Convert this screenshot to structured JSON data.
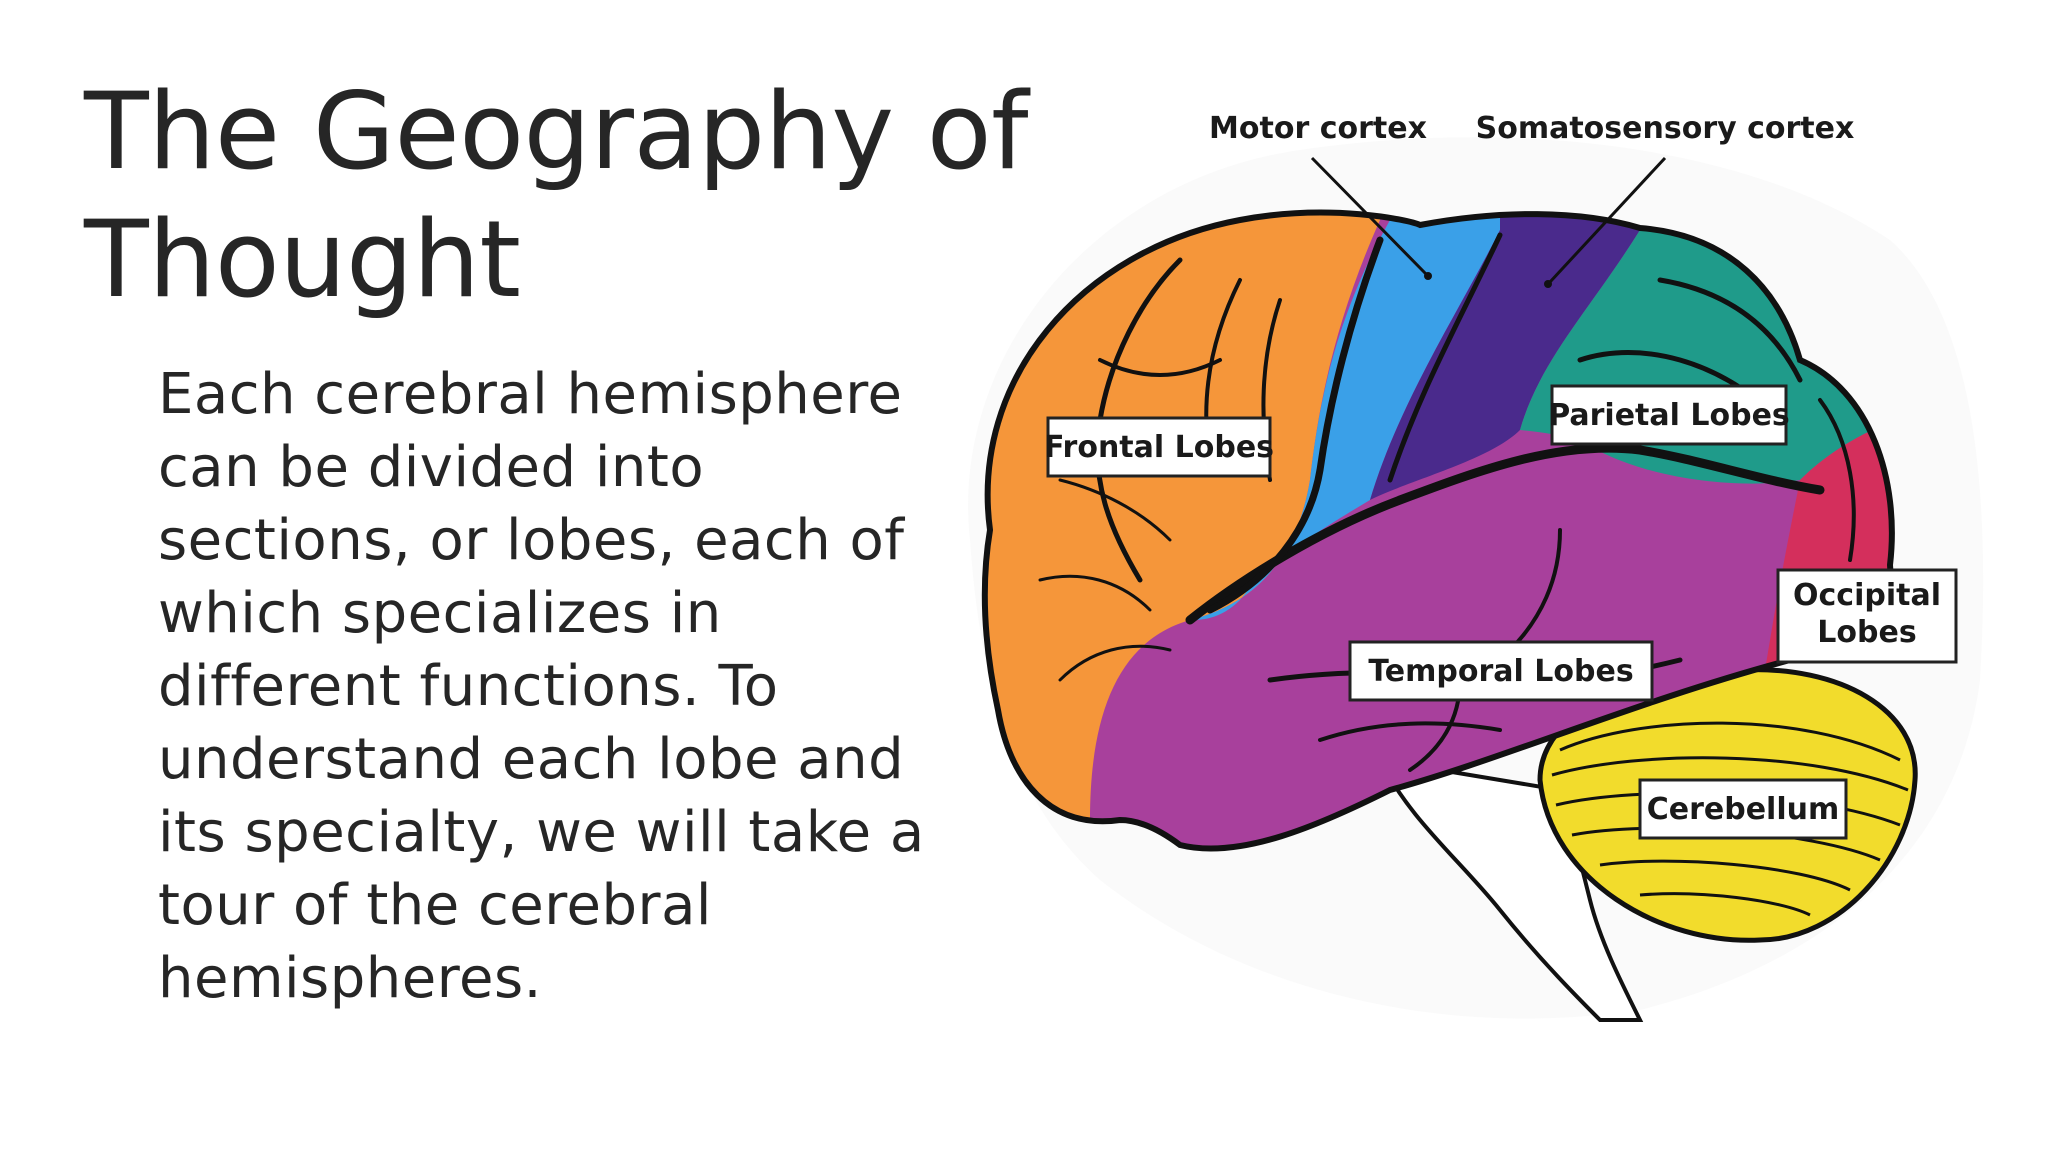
{
  "slide": {
    "title": "The Geography of Thought",
    "body": "Each cerebral hemisphere\ncan be divided into\nsections, or lobes, each of\nwhich specializes in\ndifferent functions. To\nunderstand each lobe and\nits specialty, we will take a\ntour of the cerebral\nhemispheres."
  },
  "diagram": {
    "labels": {
      "motor_cortex": "Motor cortex",
      "somatosensory_cortex": "Somatosensory cortex",
      "frontal_lobes": "Frontal Lobes",
      "parietal_lobes": "Parietal Lobes",
      "occipital_lobes_line1": "Occipital",
      "occipital_lobes_line2": "Lobes",
      "temporal_lobes": "Temporal Lobes",
      "cerebellum": "Cerebellum"
    },
    "colors": {
      "frontal": "#f5963a",
      "motor": "#3aa0e8",
      "somatosensory": "#4a2a8c",
      "parietal": "#1f9b8a",
      "occipital": "#d42f5c",
      "temporal": "#a8409c",
      "cerebellum": "#f2dc2c",
      "outline": "#111111"
    }
  }
}
